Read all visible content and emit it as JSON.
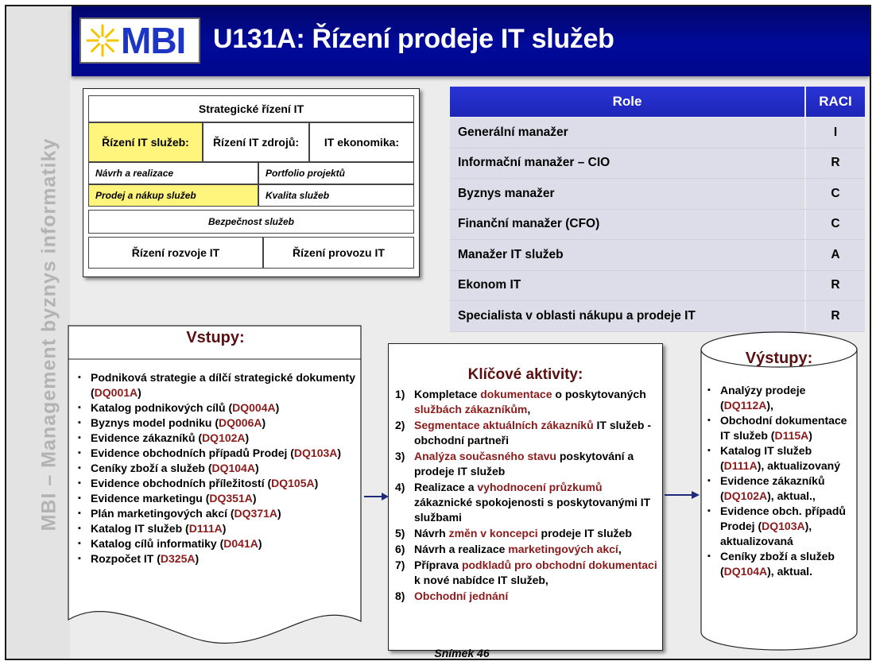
{
  "sidebar_text": "MBI – Management byznys informatiky",
  "logo_text": "MBI",
  "title": "U131A: Řízení prodeje IT služeb",
  "framework": {
    "top": "Strategické řízení IT",
    "rizeni_sluzeb": "Řízení IT služeb:",
    "rizeni_zdroju": "Řízení IT zdrojů:",
    "ekonomika": "IT ekonomika:",
    "navrh": "Návrh a realizace",
    "portfolio": "Portfolio projektů",
    "prodej": "Prodej a nákup služeb",
    "kvalita": "Kvalita služeb",
    "bezpecnost": "Bezpečnost služeb",
    "rozvoj": "Řízení rozvoje IT",
    "provoz": "Řízení provozu IT"
  },
  "raci": {
    "header_role": "Role",
    "header_raci": "RACI",
    "rows": [
      {
        "role": "Generální manažer",
        "value": "I"
      },
      {
        "role": "Informační manažer – CIO",
        "value": "R"
      },
      {
        "role": "Byznys manažer",
        "value": "C"
      },
      {
        "role": "Finanční manažer (CFO)",
        "value": "C"
      },
      {
        "role": "Manažer IT služeb",
        "value": "A"
      },
      {
        "role": "Ekonom IT",
        "value": "R"
      },
      {
        "role": "Specialista v oblasti nákupu a prodeje IT",
        "value": "R"
      }
    ]
  },
  "inputs": {
    "title": "Vstupy:",
    "items": [
      {
        "text": "Podniková strategie a dílčí strategické dokumenty (",
        "code": "DQ001A",
        "end": ")"
      },
      {
        "text": "Katalog podnikových cílů (",
        "code": "DQ004A",
        "end": ")"
      },
      {
        "text": "Byznys model podniku (",
        "code": "DQ006A",
        "end": ")"
      },
      {
        "text": "Evidence zákazníků (",
        "code": "DQ102A",
        "end": ")"
      },
      {
        "text": "Evidence obchodních případů Prodej (",
        "code": "DQ103A",
        "end": ")"
      },
      {
        "text": "Ceníky zboží a služeb (",
        "code": "DQ104A",
        "end": ")"
      },
      {
        "text": "Evidence obchodních příležitostí (",
        "code": "DQ105A",
        "end": ")"
      },
      {
        "text": "Evidence marketingu (",
        "code": "DQ351A",
        "end": ")"
      },
      {
        "text": "Plán marketingových akcí (",
        "code": "DQ371A",
        "end": ")"
      },
      {
        "text": "Katalog IT služeb (",
        "code": "D111A",
        "end": ")"
      },
      {
        "text": "Katalog cílů informatiky (",
        "code": "D041A",
        "end": ")"
      },
      {
        "text": "Rozpočet IT (",
        "code": "D325A",
        "end": ")"
      }
    ]
  },
  "activities": {
    "title": "Klíčové aktivity:",
    "items": [
      {
        "num": "1)",
        "parts": [
          [
            "Kompletace ",
            false
          ],
          [
            "dokumentace",
            true
          ],
          [
            " o poskytovaných ",
            false
          ],
          [
            "službách zákazníkům",
            true
          ],
          [
            ",",
            false
          ]
        ]
      },
      {
        "num": "2)",
        "parts": [
          [
            "Segmentace aktuálních zákazníků",
            true
          ],
          [
            " IT služeb - obchodní partneři",
            false
          ]
        ]
      },
      {
        "num": "3)",
        "parts": [
          [
            "Analýza současného stavu",
            true
          ],
          [
            " poskytování a prodeje IT služeb",
            false
          ]
        ]
      },
      {
        "num": "4)",
        "parts": [
          [
            "Realizace a ",
            false
          ],
          [
            "vyhodnocení průzkumů",
            true
          ],
          [
            " zákaznické spokojenosti s poskytovanými  IT službami",
            false
          ]
        ]
      },
      {
        "num": "5)",
        "parts": [
          [
            "Návrh ",
            false
          ],
          [
            "změn v koncepci",
            true
          ],
          [
            " prodeje IT služeb",
            false
          ]
        ]
      },
      {
        "num": "6)",
        "parts": [
          [
            "Návrh a realizace ",
            false
          ],
          [
            "marketingových akcí",
            true
          ],
          [
            ",",
            false
          ]
        ]
      },
      {
        "num": "7)",
        "parts": [
          [
            "Příprava ",
            false
          ],
          [
            "podkladů pro obchodní dokumentaci",
            true
          ],
          [
            " k nové nabídce IT služeb,",
            false
          ]
        ]
      },
      {
        "num": "8)",
        "parts": [
          [
            "Obchodní jednání",
            true
          ]
        ]
      }
    ]
  },
  "outputs": {
    "title": "Výstupy:",
    "items": [
      {
        "pre": "Analýzy prodeje (",
        "code": "DQ112A",
        "post": "),"
      },
      {
        "pre": "Obchodní dokumentace IT služeb (",
        "code": "D115A",
        "post": ")"
      },
      {
        "pre": "Katalog IT služeb (",
        "code": "D111A",
        "post": "), aktualizovaný"
      },
      {
        "pre": "Evidence zákazníků (",
        "code": "DQ102A",
        "post": "), aktual.,"
      },
      {
        "pre": "Evidence obch. případů Prodej (",
        "code": "DQ103A",
        "post": "), aktualizovaná"
      },
      {
        "pre": "Ceníky zboží a služeb (",
        "code": "DQ104A",
        "post": "), aktual."
      }
    ]
  },
  "caption": "Snímek  46"
}
